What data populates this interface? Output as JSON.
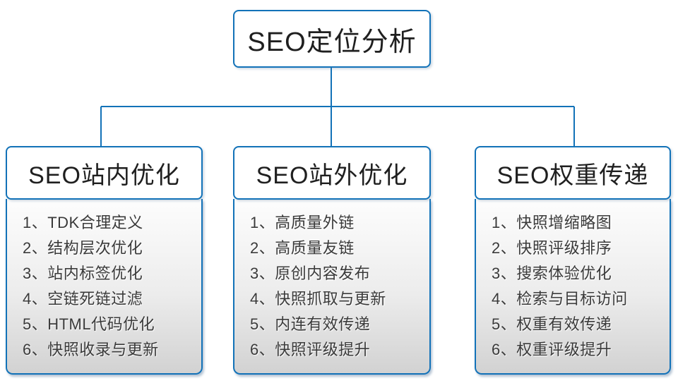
{
  "root": {
    "title": "SEO定位分析"
  },
  "branches": [
    {
      "title": "SEO站内优化",
      "items": [
        "1、TDK合理定义",
        "2、结构层次优化",
        "3、站内标签优化",
        "4、空链死链过滤",
        "5、HTML代码优化",
        "6、快照收录与更新"
      ]
    },
    {
      "title": "SEO站外优化",
      "items": [
        "1、高质量外链",
        "2、高质量友链",
        "3、原创内容发布",
        "4、快照抓取与更新",
        "5、内连有效传递",
        "6、快照评级提升"
      ]
    },
    {
      "title": "SEO权重传递",
      "items": [
        "1、快照增缩略图",
        "2、快照评级排序",
        "3、搜索体验优化",
        "4、检索与目标访问",
        "5、权重有效传递",
        "6、权重评级提升"
      ]
    }
  ],
  "colors": {
    "accent": "#1272b8",
    "header_text": "#1f1f1f",
    "list_text": "#3a3a3a",
    "panel_gradient_start": "#fdfdfd",
    "panel_gradient_end": "#d2d2d2",
    "background": "#ffffff"
  }
}
